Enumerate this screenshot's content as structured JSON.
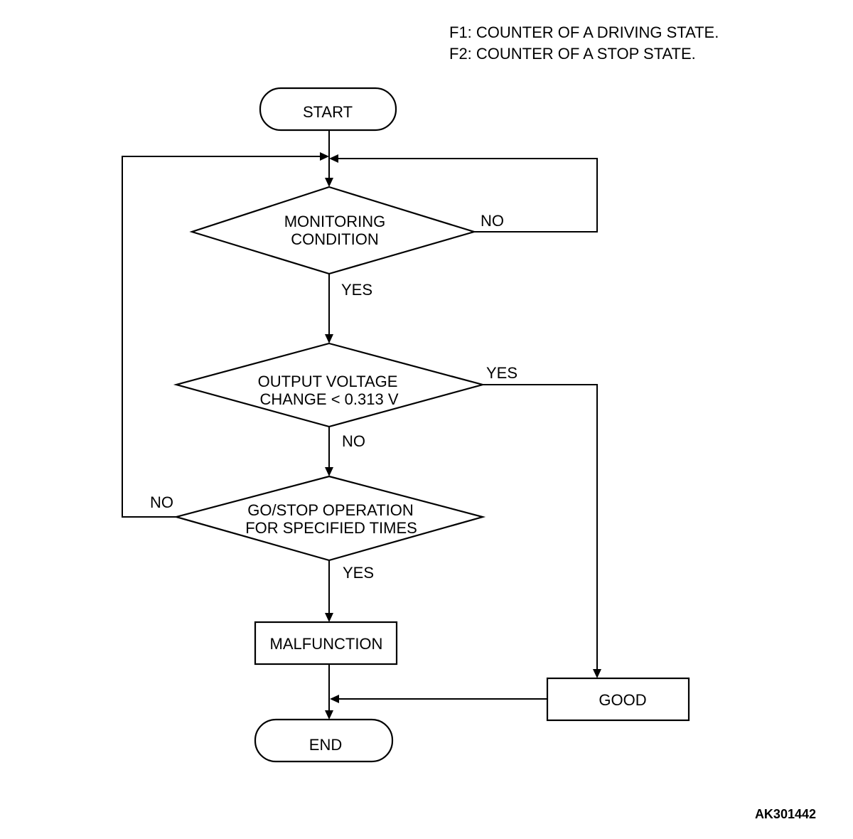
{
  "notes": {
    "f1": "F1: COUNTER OF A DRIVING STATE.",
    "f2": "F2: COUNTER OF A STOP STATE."
  },
  "nodes": {
    "start": "START",
    "monitoring": [
      "MONITORING",
      "CONDITION"
    ],
    "voltage": [
      "OUTPUT VOLTAGE",
      "CHANGE < 0.313 V"
    ],
    "gostop": [
      "GO/STOP OPERATION",
      "FOR SPECIFIED TIMES"
    ],
    "malfunction": "MALFUNCTION",
    "good": "GOOD",
    "end": "END"
  },
  "edges": {
    "monitoring_no": "NO",
    "monitoring_yes": "YES",
    "voltage_yes": "YES",
    "voltage_no": "NO",
    "gostop_no": "NO",
    "gostop_yes": "YES"
  },
  "reference": "AK301442"
}
